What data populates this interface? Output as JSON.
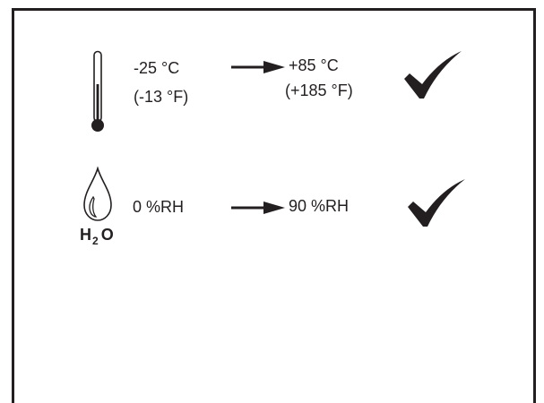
{
  "temperature": {
    "icon": "thermometer-icon",
    "min_c": "-25 °C",
    "min_f": "(-13 °F)",
    "max_c": "+85 °C",
    "max_f": "(+185 °F)",
    "status_icon": "checkmark-icon"
  },
  "humidity": {
    "icon": "water-drop-icon",
    "label_main": "H",
    "label_sub": "2",
    "label_end": "O",
    "min": "0 %RH",
    "max": "90 %RH",
    "status_icon": "checkmark-icon"
  },
  "colors": {
    "ink": "#231f20",
    "background": "#ffffff"
  }
}
